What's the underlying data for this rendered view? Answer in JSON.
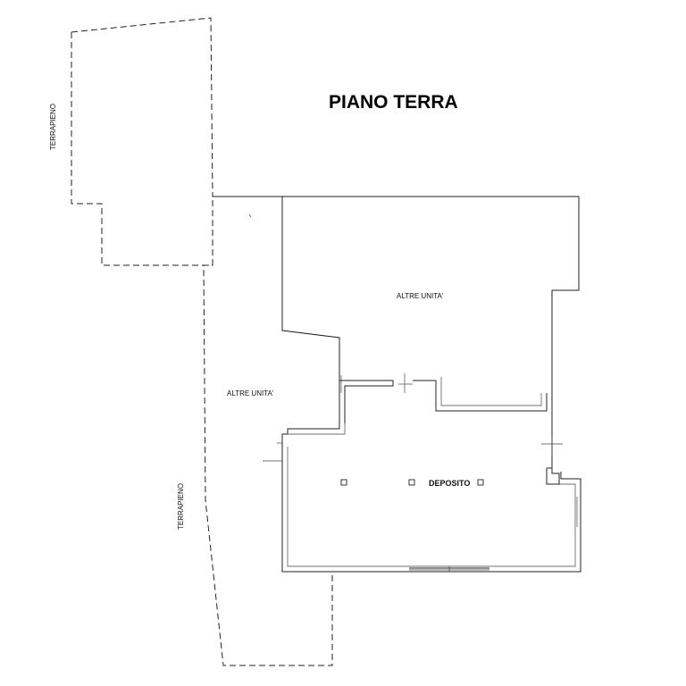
{
  "title": "PIANO TERRA",
  "labels": {
    "terrapieno_top": "TERRAPIENO",
    "terrapieno_bottom": "TERRAPIENO",
    "altre_unita_upper": "ALTRE UNITA'",
    "altre_unita_left": "ALTRE UNITA'",
    "deposito": "DEPOSITO"
  },
  "colors": {
    "line": "#222222",
    "background": "#ffffff"
  }
}
